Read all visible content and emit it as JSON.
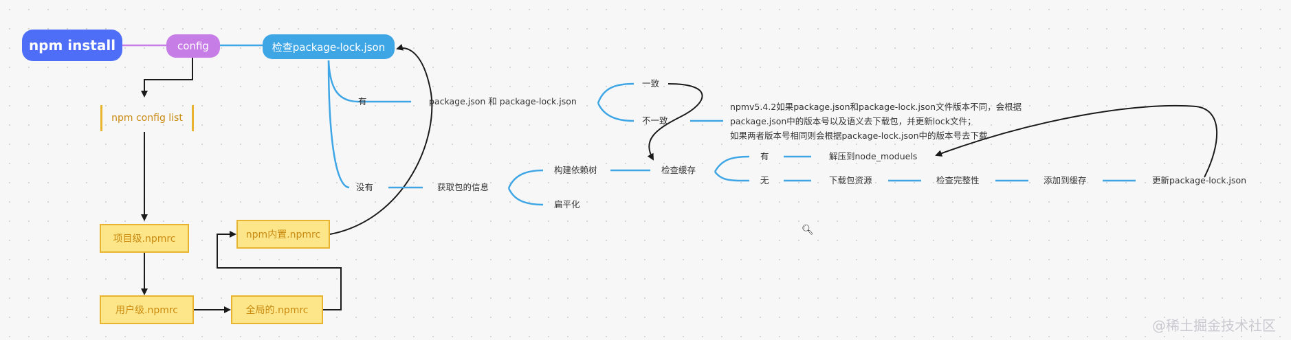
{
  "nodes": {
    "npm_install": "npm install",
    "config": "config",
    "check_lock": "检查package-lock.json",
    "config_list": "npm config list",
    "project_npmrc": "项目级.npmrc",
    "user_npmrc": "用户级.npmrc",
    "global_npmrc": "全局的.npmrc",
    "builtin_npmrc": "npm内置.npmrc"
  },
  "labels": {
    "has": "有",
    "none": "没有",
    "compare": "package.json 和 package-lock.json",
    "consistent": "一致",
    "inconsistent": "不一致",
    "get_info": "获取包的信息",
    "build_tree": "构建依赖树",
    "flatten": "扁平化",
    "check_cache": "检查缓存",
    "cache_has": "有",
    "cache_none": "无",
    "extract": "解压到node_moduels",
    "download": "下载包资源",
    "integrity": "检查完整性",
    "add_cache": "添加到缓存",
    "update_lock": "更新package-lock.json"
  },
  "note": {
    "line1": "npmv5.4.2如果package.json和package-lock.json文件版本不同，会根据",
    "line2": "package.json中的版本号以及语义去下载包，并更新lock文件；",
    "line3": "如果两者版本号相同则会根据package-lock.json中的版本号去下载"
  },
  "watermark": "@稀土掘金技术社区",
  "icons": {
    "zoom": "zoom-in-icon"
  },
  "colors": {
    "blue_line": "#3fa6e6",
    "purple_line": "#c77de6",
    "arrow": "#1a1a1a",
    "yellow_border": "#e8b430"
  }
}
